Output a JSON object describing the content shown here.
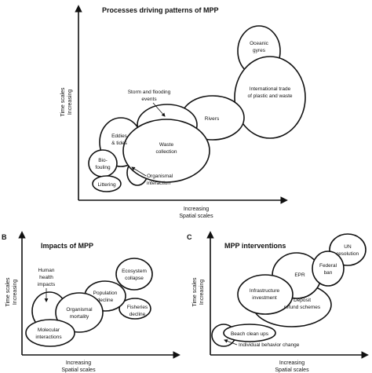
{
  "panel_a": {
    "title": "Processes driving patterns of MPP",
    "y_label_1": "Time scales",
    "y_label_2": "Increasing",
    "x_label_1": "Increasing",
    "x_label_2": "Spatial scales",
    "items": {
      "oceanic": [
        "Oceanic",
        "gyres"
      ],
      "trade": [
        "International trade",
        "of plastic and waste"
      ],
      "rivers": [
        "Rivers"
      ],
      "storm": [
        "Storm and flooding",
        "events"
      ],
      "eddies": [
        "Eddies",
        "& tides"
      ],
      "waste": [
        "Waste",
        "collection"
      ],
      "biofouling": [
        "Bio-",
        "fouling"
      ],
      "organismal": [
        "Organismal",
        "interaction"
      ],
      "littering": [
        "Littering"
      ]
    }
  },
  "panel_b": {
    "letter": "B",
    "title": "Impacts of MPP",
    "y_label_1": "Time scales",
    "y_label_2": "Increasing",
    "x_label_1": "Increasing",
    "x_label_2": "Spatial scales",
    "items": {
      "human": [
        "Human",
        "health",
        "impacts"
      ],
      "ecosystem": [
        "Ecosystem",
        "collapse"
      ],
      "population": [
        "Population",
        "decline"
      ],
      "organismal": [
        "Organismal",
        "mortality"
      ],
      "fisheries": [
        "Fisheries",
        "decline"
      ],
      "molecular": [
        "Molecular",
        "interactions"
      ]
    }
  },
  "panel_c": {
    "letter": "C",
    "title": "MPP interventions",
    "y_label_1": "Time scales",
    "y_label_2": "Increasing",
    "x_label_1": "Increasing",
    "x_label_2": "Spatial scales",
    "items": {
      "un": [
        "UN",
        "resolution"
      ],
      "federal": [
        "Federal",
        "ban"
      ],
      "epr": [
        "EPR"
      ],
      "infrastructure": [
        "Infrastructure",
        "investment"
      ],
      "deposit": [
        "Deposit",
        "refund schemes"
      ],
      "beach": [
        "Beach clean ups"
      ],
      "individual": [
        "Individual behavior change"
      ]
    }
  }
}
